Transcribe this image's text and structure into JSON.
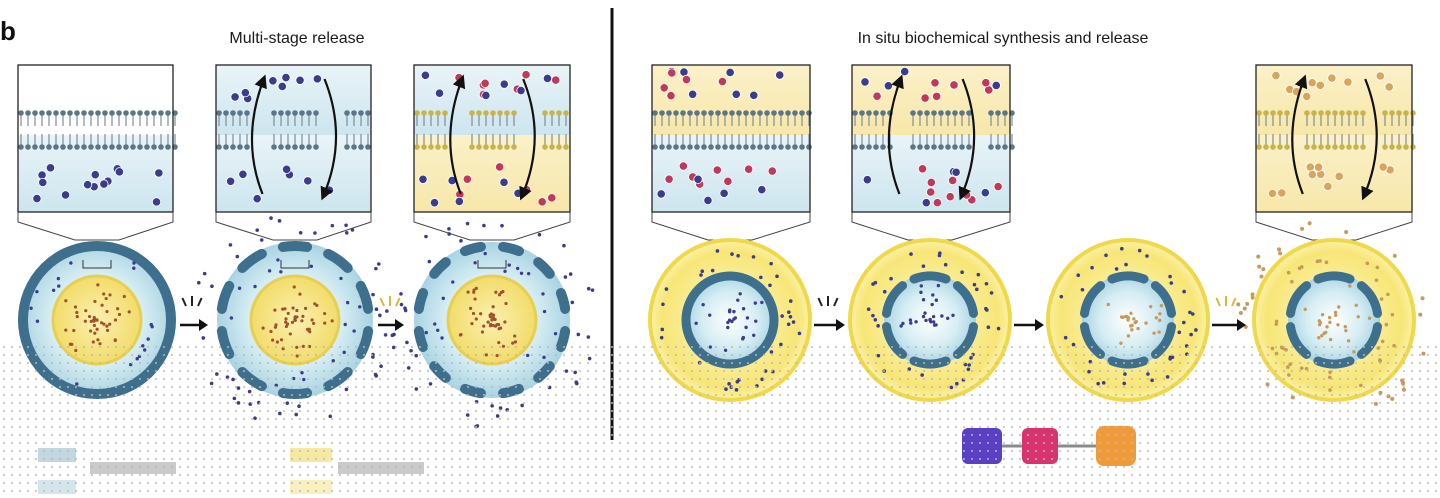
{
  "figure": {
    "panel_label": "b",
    "left_section": {
      "title": "Multi-stage release"
    },
    "right_section": {
      "title": "In situ biochemical synthesis and release"
    }
  },
  "colors": {
    "membrane_blue": "#3e6f8c",
    "aqueous_blue": "#cfe6ef",
    "yellow_compartment": "#f3e27a",
    "cargo_purple": "#3c3c8c",
    "cargo_red": "#c0395a",
    "product_orange": "#d9a45c",
    "legend_purple": "#5b3fc4",
    "legend_pink": "#d8326f",
    "legend_orange": "#f09a3a"
  },
  "icons": [
    "stimulus-icon",
    "arrow-right-icon",
    "bilayer-icon",
    "vesicle-icon"
  ]
}
